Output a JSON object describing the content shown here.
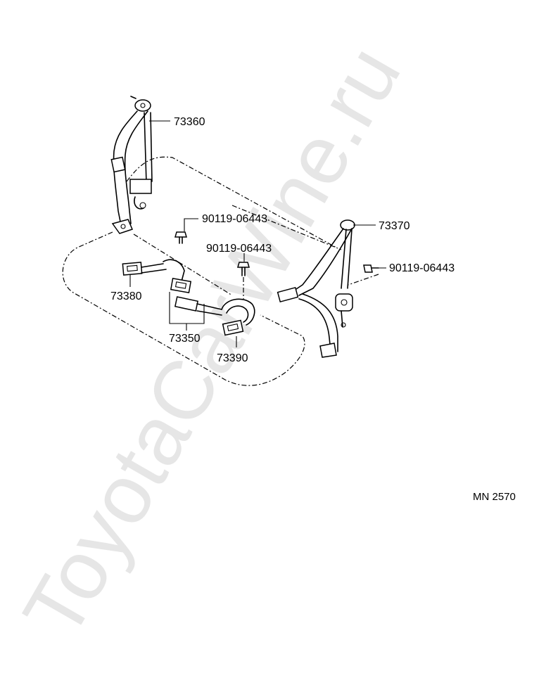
{
  "watermark": "ToyotaCarWine.ru",
  "labels": {
    "p73360": "73360",
    "p73370": "73370",
    "p73380": "73380",
    "p73350": "73350",
    "p73390": "73390",
    "bolt_left": "90119-06443",
    "bolt_center": "90119-06443",
    "bolt_right": "90119-06443"
  },
  "drawing_code": "MN 2570"
}
